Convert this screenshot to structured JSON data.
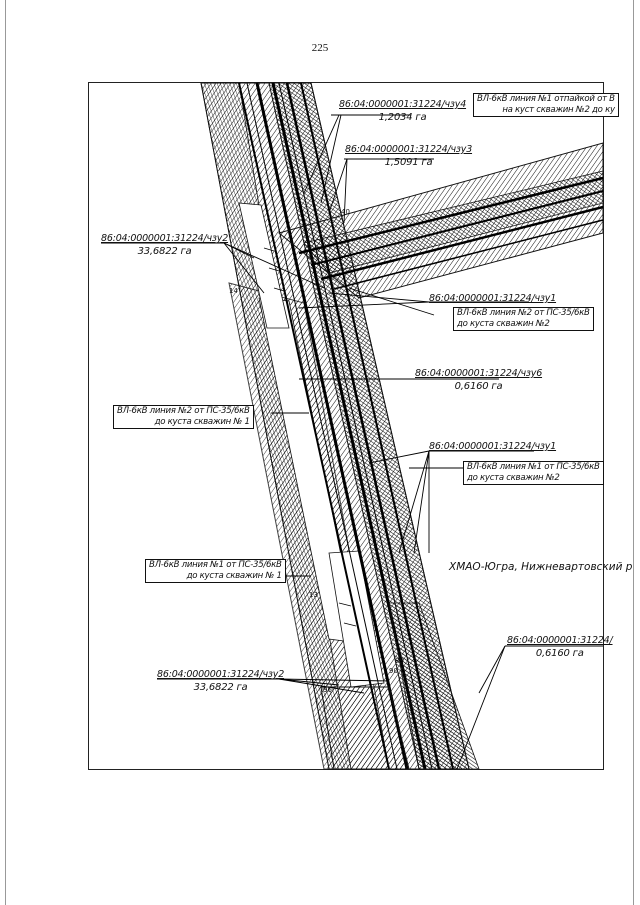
{
  "page": {
    "number": "225"
  },
  "labels": {
    "l1": {
      "cadastral": "86:04:0000001:31224/чзу4",
      "area": "1,2034 га"
    },
    "l2": {
      "cadastral": "86:04:0000001:31224/чзу3",
      "area": "1,5091 га"
    },
    "l3": {
      "cadastral": "86:04:0000001:31224/чзу2",
      "area": "33,6822 га"
    },
    "l4": {
      "cadastral": "86:04:0000001:31224/чзу1"
    },
    "l5": {
      "cadastral": "86:04:0000001:31224/чзу6",
      "area": "0,6160 га"
    },
    "l6": {
      "cadastral": "86:04:0000001:31224/чзу1"
    },
    "l7": {
      "cadastral": "86:04:0000001:31224/",
      "area": "0,6160 га"
    },
    "l8": {
      "cadastral": "86:04:0000001:31224/чзу2",
      "area": "33,6822 га"
    }
  },
  "boxes": {
    "b1": {
      "line1": "ВЛ-6кВ линия №1 отпайкой от В",
      "line2": "на куст скважин №2 до ку"
    },
    "b2": {
      "line1": "ВЛ-6кВ линия №2 от ПС-35/6кВ",
      "line2": "до куста скважин №2"
    },
    "b3": {
      "line1": "ВЛ-6кВ линия №2 от ПС-35/6кВ",
      "line2": "до куста скважин № 1"
    },
    "b4": {
      "line1": "ВЛ-6кВ линия №1 от ПС-35/6кВ",
      "line2": "до куста скважин №2"
    },
    "b5": {
      "line1": "ВЛ-6кВ линия №1 от ПС-35/6кВ",
      "line2": "до куста скважин № 1"
    }
  },
  "region": "ХМАО-Югра, Нижневартовский р",
  "points": [
    "14",
    "40",
    "13",
    "89",
    "90",
    "96"
  ]
}
